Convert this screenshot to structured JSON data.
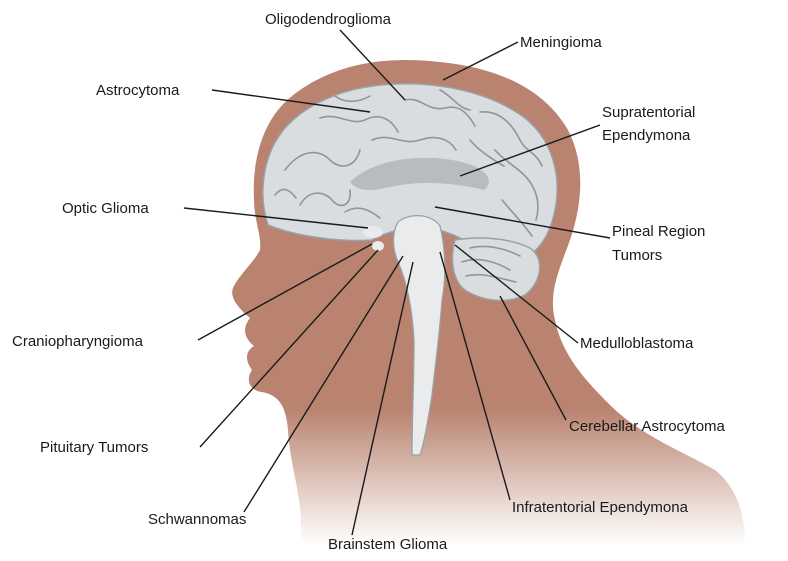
{
  "colors": {
    "skin": "#b9836f",
    "skin_fade": "#ffffff",
    "brain_fill": "#d9dde0",
    "brain_outline": "#9aa1a8",
    "brainstem_fill": "#e9ebed",
    "ventricle_fill": "#b7bcc1",
    "label_text": "#1a1a1a",
    "leader_line": "#1a1a1a"
  },
  "labels": {
    "oligodendroglioma": "Oligodendroglioma",
    "meningioma": "Meningioma",
    "astrocytoma": "Astrocytoma",
    "supratentorial_1": "Supratentorial",
    "supratentorial_2": "Ependymona",
    "optic_glioma": "Optic Glioma",
    "pineal_1": "Pineal Region",
    "pineal_2": "Tumors",
    "craniopharyngioma": "Craniopharyngioma",
    "medulloblastoma": "Medulloblastoma",
    "cerebellar_astrocytoma": "Cerebellar Astrocytoma",
    "pituitary_tumors": "Pituitary Tumors",
    "infratentorial_ependymona": "Infratentorial Ependymona",
    "schwannomas": "Schwannomas",
    "brainstem_glioma": "Brainstem Glioma"
  }
}
